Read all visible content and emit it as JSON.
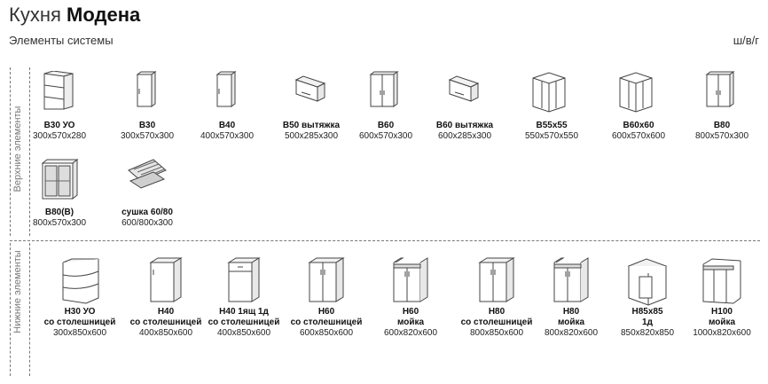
{
  "header": {
    "title_light": "Кухня",
    "title_bold": "Модена",
    "subtitle": "Элементы системы",
    "units": "ш/в/г"
  },
  "sections": {
    "upper_label": "Верхние элементы",
    "lower_label": "Нижние элементы"
  },
  "upper": [
    {
      "name": "В30 УО",
      "dims": "300х570х280",
      "icon": "open-corner-shelf-icon"
    },
    {
      "name": "В30",
      "dims": "300х570х300",
      "icon": "wall-cabinet-1-door-icon"
    },
    {
      "name": "В40",
      "dims": "400х570х300",
      "icon": "wall-cabinet-1-door-icon"
    },
    {
      "name": "В50 вытяжка",
      "dims": "500х285х300",
      "icon": "hood-cabinet-icon"
    },
    {
      "name": "В60",
      "dims": "600х570х300",
      "icon": "wall-cabinet-2-door-icon"
    },
    {
      "name": "В60 вытяжка",
      "dims": "600х285х300",
      "icon": "hood-cabinet-icon"
    },
    {
      "name": "В55х55",
      "dims": "550х570х550",
      "icon": "corner-wall-cabinet-icon"
    },
    {
      "name": "В60х60",
      "dims": "600х570х600",
      "icon": "corner-wall-cabinet-icon"
    },
    {
      "name": "В80",
      "dims": "800х570х300",
      "icon": "wall-cabinet-2-door-icon"
    },
    {
      "name": "В80(В)",
      "dims": "800х570х300",
      "icon": "glass-wall-cabinet-icon"
    },
    {
      "name": "сушка 60/80",
      "dims": "600/800х300",
      "icon": "dish-rack-icon"
    }
  ],
  "lower": [
    {
      "name": "Н30 УО",
      "name2": "со столешницей",
      "dims": "300х850х600",
      "icon": "open-corner-base-icon"
    },
    {
      "name": "Н40",
      "name2": "со столешницей",
      "dims": "400х850х600",
      "icon": "base-cabinet-1-door-icon"
    },
    {
      "name": "Н40 1ящ 1д",
      "name2": "со столешницей",
      "dims": "400х850х600",
      "icon": "base-cabinet-drawer-icon"
    },
    {
      "name": "Н60",
      "name2": "со столешницей",
      "dims": "600х850х600",
      "icon": "base-cabinet-2-door-icon"
    },
    {
      "name": "Н60",
      "name2": "мойка",
      "dims": "600х820х600",
      "icon": "sink-cabinet-icon"
    },
    {
      "name": "Н80",
      "name2": "со столешницей",
      "dims": "800х850х600",
      "icon": "base-cabinet-2-door-icon"
    },
    {
      "name": "Н80",
      "name2": "мойка",
      "dims": "800х820х600",
      "icon": "sink-cabinet-icon"
    },
    {
      "name": "Н85х85",
      "name2": "1д",
      "dims": "850х820х850",
      "icon": "corner-base-cabinet-icon"
    },
    {
      "name": "Н100",
      "name2": "мойка",
      "dims": "1000х820х600",
      "icon": "sink-cabinet-wide-icon"
    }
  ]
}
